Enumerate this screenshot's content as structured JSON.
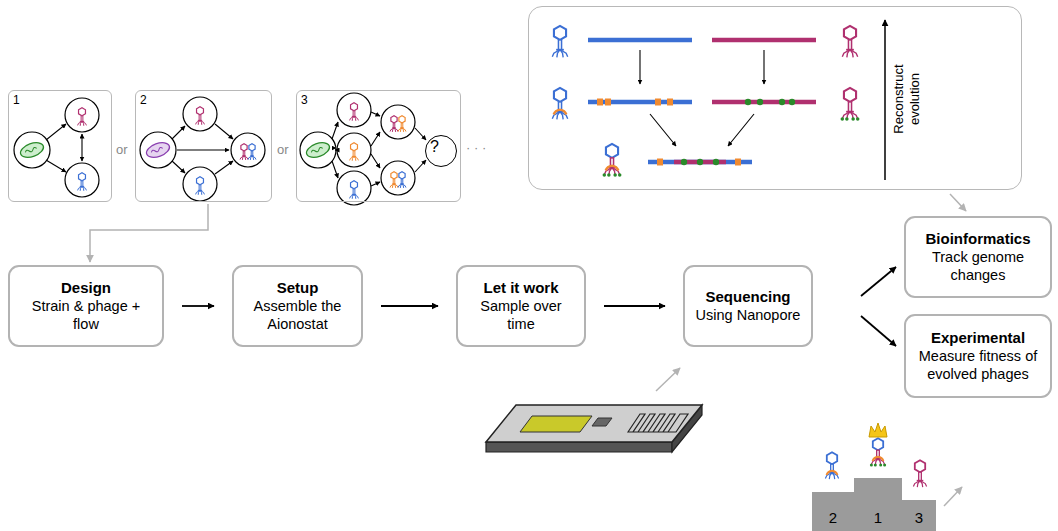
{
  "diagram": {
    "nodes": [
      {
        "text": [
          "1"
        ]
      },
      {
        "text": [
          "2"
        ]
      },
      {
        "text": [
          "3"
        ]
      },
      {
        "text": [
          "?"
        ],
        "in": 2
      },
      {
        "text": [
          "Reconstruct evolution"
        ]
      },
      {
        "text": [
          "Design",
          "Strain & phage + flow"
        ]
      },
      {
        "text": [
          "Setup",
          "Assemble the Aionostat"
        ]
      },
      {
        "text": [
          "Let it work",
          "Sample over time"
        ]
      },
      {
        "text": [
          "Sequencing",
          "Using Nanopore"
        ]
      },
      {
        "text": [
          "Bioinformatics",
          "Track genome changes"
        ]
      },
      {
        "text": [
          "Experimental",
          "Measure fitness of evolved phages"
        ]
      },
      {
        "text": [
          "2"
        ]
      },
      {
        "text": [
          "1"
        ]
      },
      {
        "text": [
          "3"
        ]
      }
    ],
    "edges": [
      {
        "from": 1,
        "to": 5,
        "arrow": "to"
      },
      {
        "from": 4,
        "to": 9,
        "arrow": "to"
      },
      {
        "from": 5,
        "to": 6,
        "arrow": "to"
      },
      {
        "from": 6,
        "to": 7,
        "arrow": "to"
      },
      {
        "from": 7,
        "to": 8,
        "arrow": "to"
      },
      {
        "from": 8,
        "to": 9,
        "arrow": "to"
      },
      {
        "from": 8,
        "to": 10,
        "arrow": "to"
      }
    ],
    "labels": [
      "or",
      "or",
      "· · ·"
    ]
  }
}
